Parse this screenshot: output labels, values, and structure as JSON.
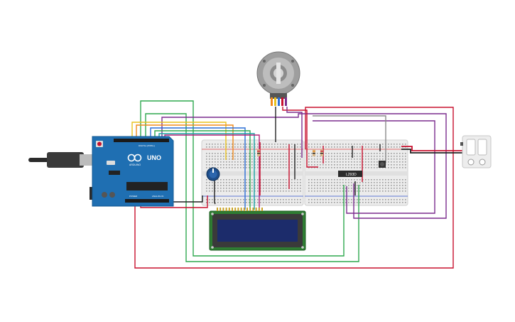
{
  "arduino": {
    "brand_text": "UNO",
    "logo_text": "ARDUINO",
    "digital_label": "DIGITAL (PWM~)",
    "power_label": "POWER",
    "analog_label": "ANALOG IN"
  },
  "ic": {
    "label": "L293D"
  },
  "colors": {
    "wire_red": "#c8102e",
    "wire_black": "#222222",
    "wire_green": "#2fa84f",
    "wire_yellow": "#e8c21f",
    "wire_orange": "#f08a1c",
    "wire_purple": "#7b2d8e",
    "wire_blue": "#2a6fd6",
    "wire_teal": "#1aa3a3",
    "wire_gray": "#8a8a8a",
    "wire_magenta": "#b5227a",
    "arduino_blue": "#1f6fb2",
    "breadboard": "#ececec",
    "lcd_green": "#2e7d32",
    "lcd_screen": "#1c2c6b"
  }
}
